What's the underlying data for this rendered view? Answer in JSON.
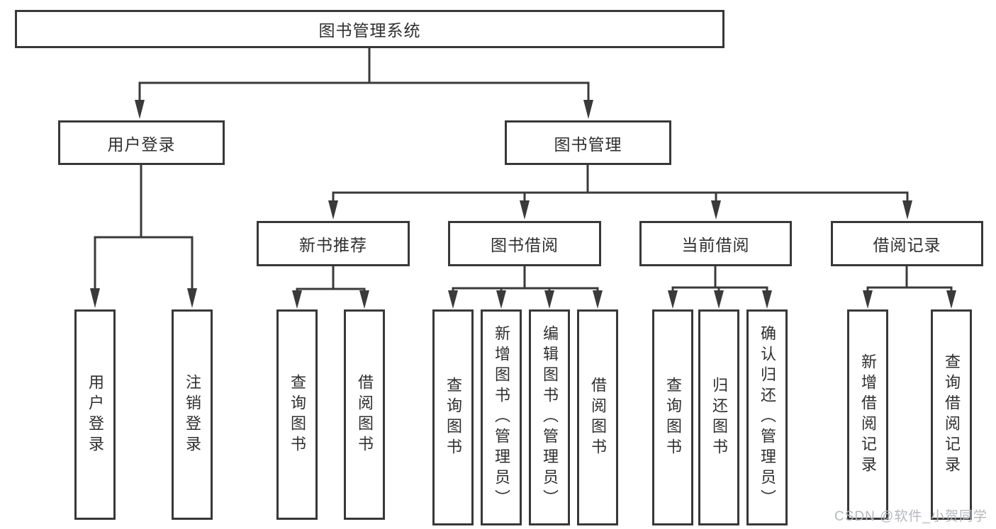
{
  "diagram": {
    "root": "图书管理系统",
    "level1": [
      "用户登录",
      "图书管理"
    ],
    "level2": [
      "新书推荐",
      "图书借阅",
      "当前借阅",
      "借阅记录"
    ],
    "leaves": [
      [
        "用户登录",
        "注销登录"
      ],
      [
        "查询图书",
        "借阅图书"
      ],
      [
        "查询图书",
        "新增图书（管理员）",
        "编辑图书（管理员）",
        "借阅图书"
      ],
      [
        "查询图书",
        "归还图书",
        "确认归还（管理员）"
      ],
      [
        "新增借阅记录",
        "查询借阅记录"
      ]
    ]
  },
  "watermark": "CSDN @软件_小贺同学",
  "colors": {
    "line": "#3a3a3a",
    "text": "#2f2f2f",
    "watermark": "#b4b8bd"
  }
}
